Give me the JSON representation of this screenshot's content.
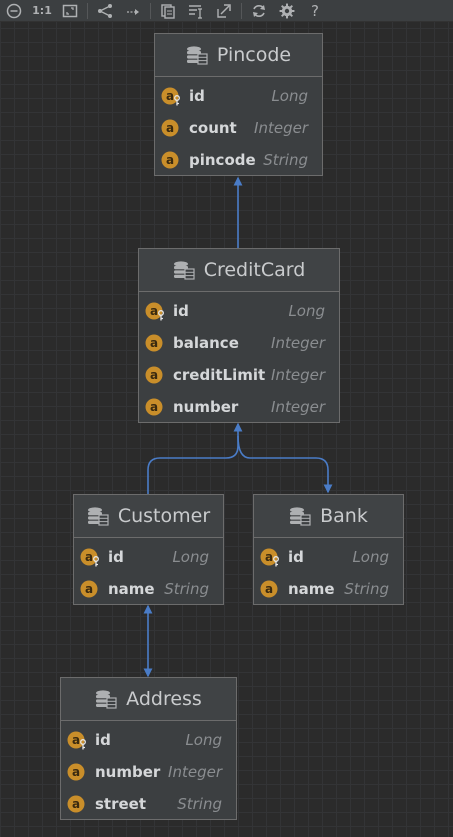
{
  "toolbar": {
    "actual_size_label": "1:1",
    "help_label": "?",
    "buttons": [
      {
        "icon": "zoom-out-icon"
      },
      {
        "icon": "actual-size-icon"
      },
      {
        "icon": "fit-content-icon"
      },
      {
        "icon": "layout-icon"
      },
      {
        "icon": "route-edges-icon"
      },
      {
        "icon": "copy-icon"
      },
      {
        "icon": "text-format-icon"
      },
      {
        "icon": "export-icon"
      },
      {
        "icon": "refresh-icon"
      },
      {
        "icon": "settings-icon"
      },
      {
        "icon": "help-icon"
      }
    ]
  },
  "entities": {
    "pincode": {
      "title": "Pincode",
      "fields": [
        {
          "name": "id",
          "type": "Long",
          "key": true
        },
        {
          "name": "count",
          "type": "Integer",
          "key": false
        },
        {
          "name": "pincode",
          "type": "String",
          "key": false
        }
      ]
    },
    "creditcard": {
      "title": "CreditCard",
      "fields": [
        {
          "name": "id",
          "type": "Long",
          "key": true
        },
        {
          "name": "balance",
          "type": "Integer",
          "key": false
        },
        {
          "name": "creditLimit",
          "type": "Integer",
          "key": false
        },
        {
          "name": "number",
          "type": "Integer",
          "key": false
        }
      ]
    },
    "customer": {
      "title": "Customer",
      "fields": [
        {
          "name": "id",
          "type": "Long",
          "key": true
        },
        {
          "name": "name",
          "type": "String",
          "key": false
        }
      ]
    },
    "bank": {
      "title": "Bank",
      "fields": [
        {
          "name": "id",
          "type": "Long",
          "key": true
        },
        {
          "name": "name",
          "type": "String",
          "key": false
        }
      ]
    },
    "address": {
      "title": "Address",
      "fields": [
        {
          "name": "id",
          "type": "Long",
          "key": true
        },
        {
          "name": "number",
          "type": "Integer",
          "key": false
        },
        {
          "name": "street",
          "type": "String",
          "key": false
        }
      ]
    }
  },
  "colors": {
    "canvas": "#2b2b2b",
    "grid": "#333436",
    "entity_bg": "#3c3f41",
    "entity_border": "#6c6c6c",
    "edge": "#4a7cc7",
    "field_icon": "#c98e2a"
  }
}
